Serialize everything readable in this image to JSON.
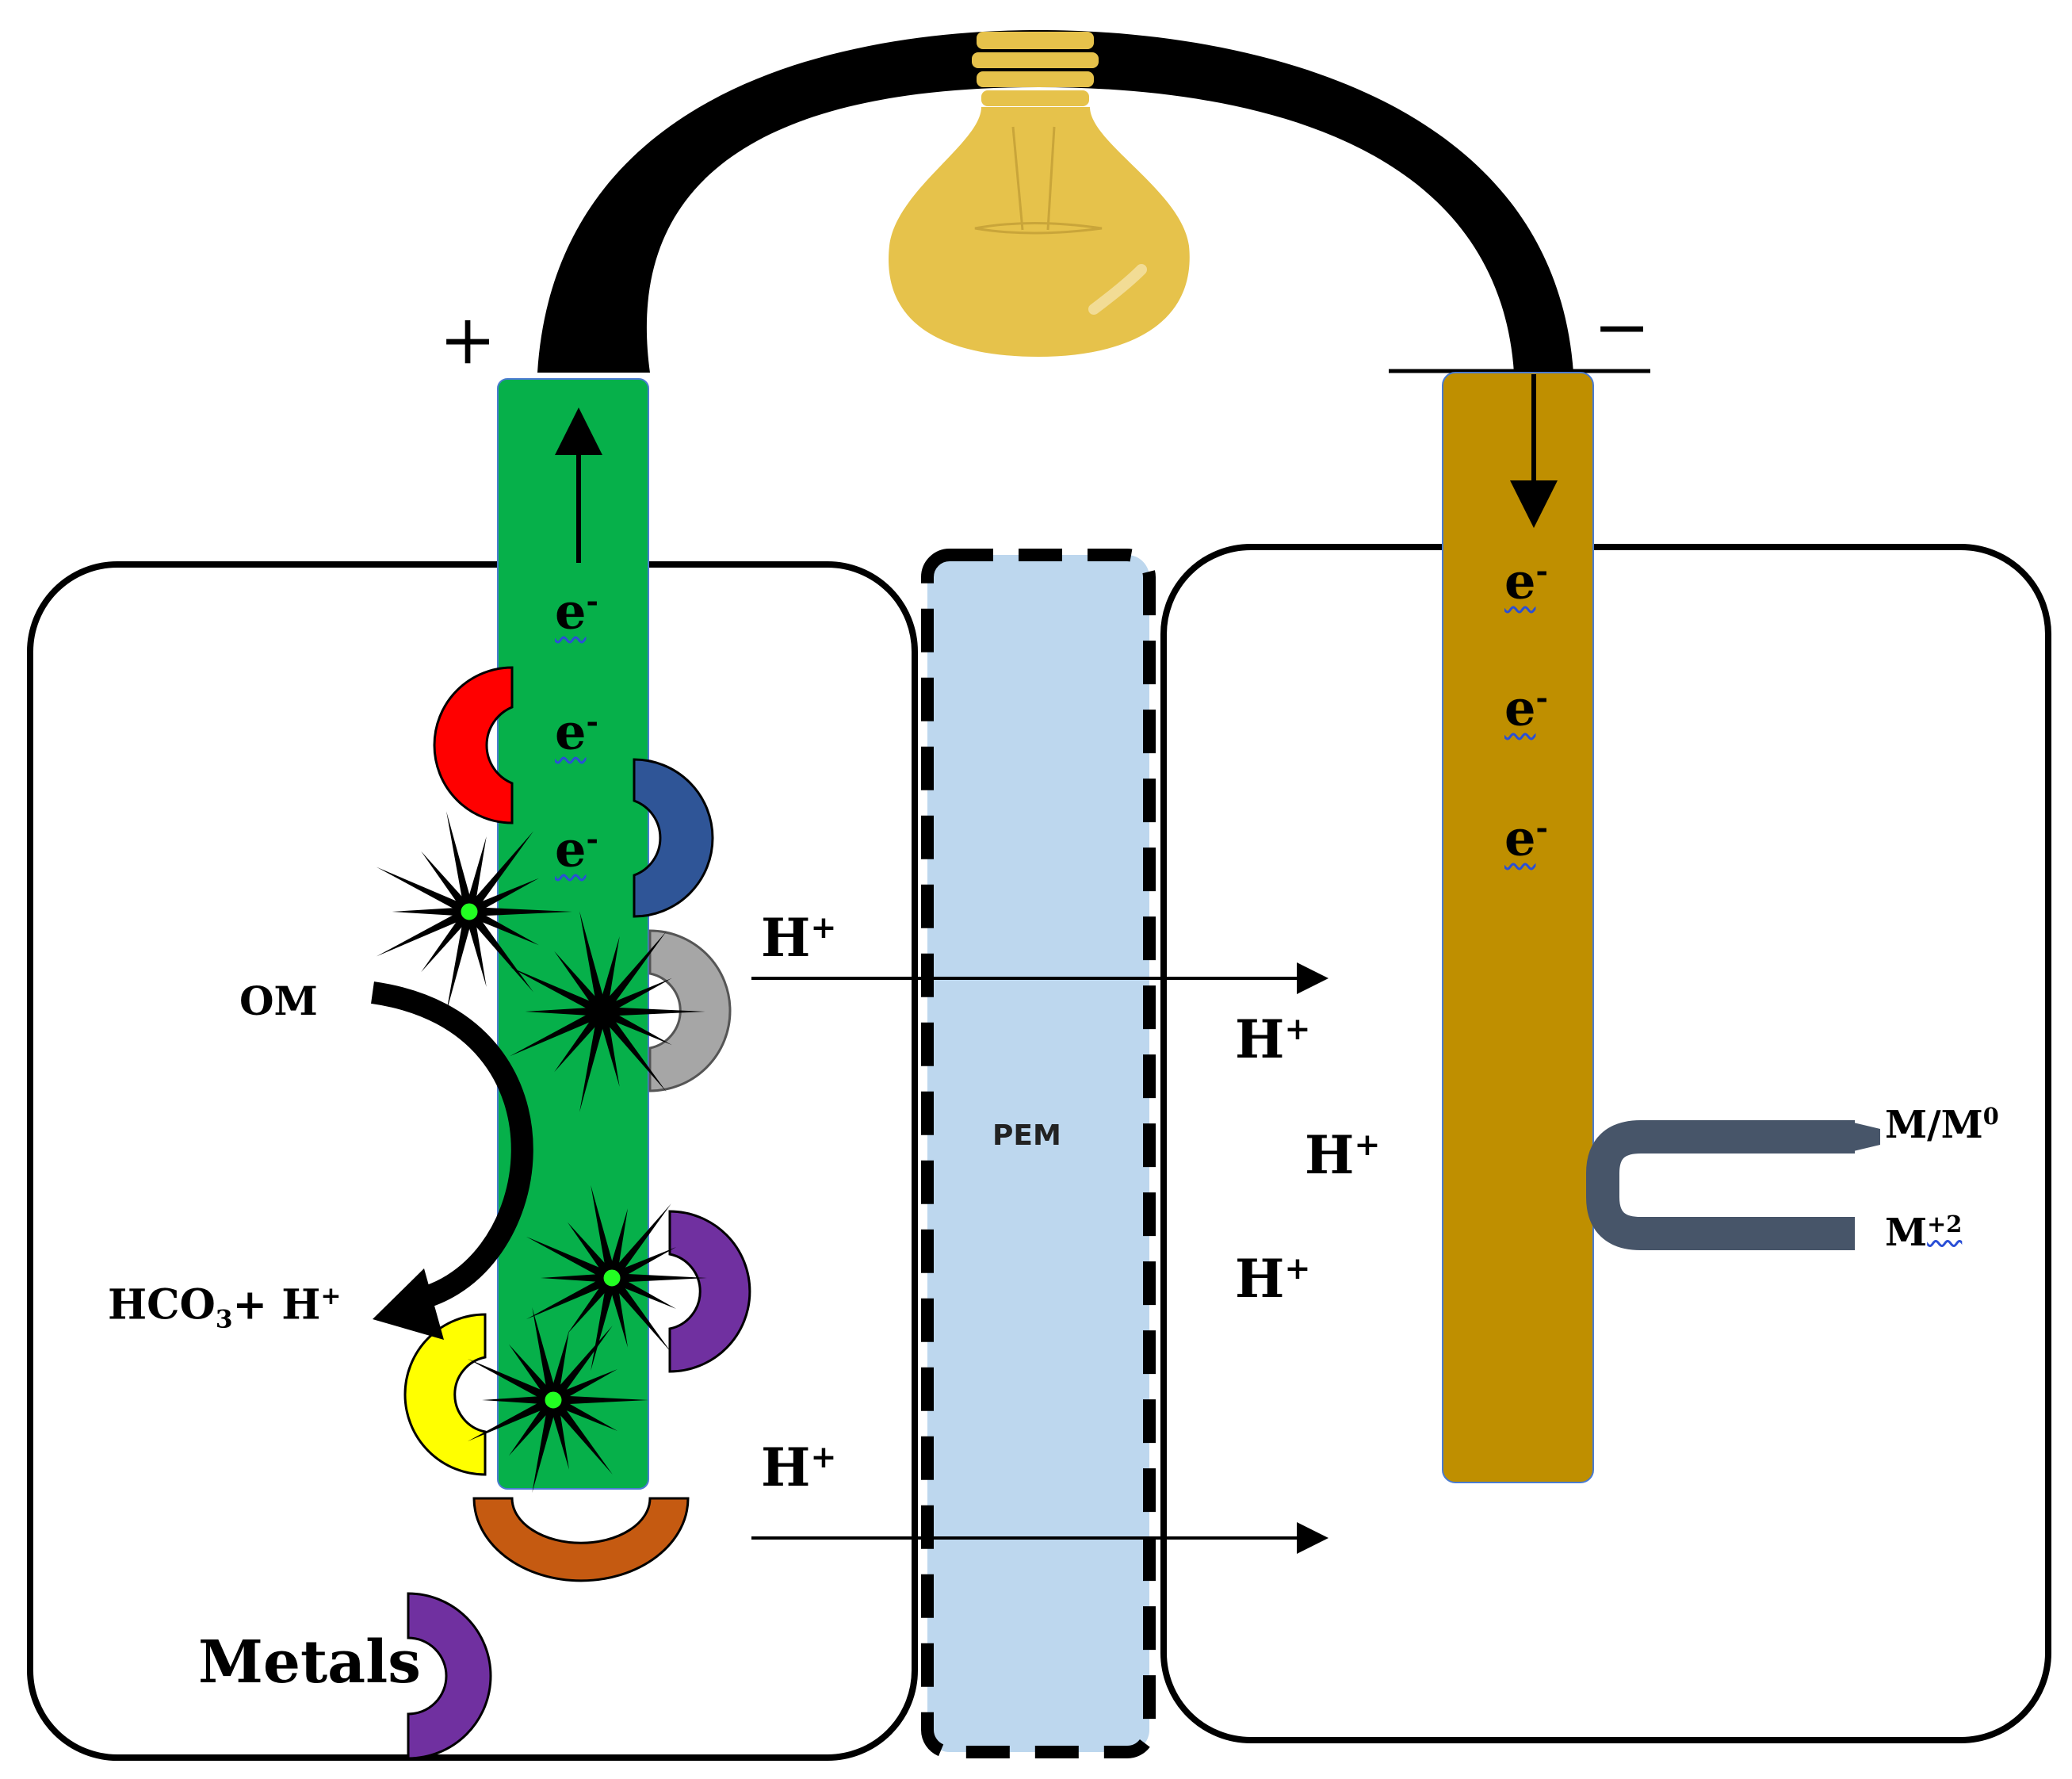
{
  "terminals": {
    "positive": "+",
    "negative": "−"
  },
  "anode": {
    "electrons": [
      {
        "base": "e",
        "sup": "-"
      },
      {
        "base": "e",
        "sup": "-"
      },
      {
        "base": "e",
        "sup": "-"
      }
    ],
    "organic_matter": "OM",
    "products": {
      "part1": "HCO",
      "sub": "3",
      "part2": "+ H",
      "sup": "+"
    },
    "metals": "Metals",
    "proton_label_top": {
      "base": "H",
      "sup": "+"
    },
    "proton_label_bottom": {
      "base": "H",
      "sup": "+"
    }
  },
  "membrane": {
    "label": "PEM"
  },
  "cathode": {
    "electrons": [
      {
        "base": "e",
        "sup": "-"
      },
      {
        "base": "e",
        "sup": "-"
      },
      {
        "base": "e",
        "sup": "-"
      }
    ],
    "protons": [
      {
        "base": "H",
        "sup": "+"
      },
      {
        "base": "H",
        "sup": "+"
      },
      {
        "base": "H",
        "sup": "+"
      }
    ],
    "metal_reduced": {
      "base": "M/M",
      "sup": "0"
    },
    "metal_ion": {
      "base": "M",
      "sup": "+2"
    }
  },
  "colors": {
    "anode": "#06b04a",
    "cathode": "#bf8f00",
    "pem": "#bdd7ee",
    "bulb": "#e6c24b",
    "wire": "#000000",
    "metal_hook": "#475569",
    "microbes": [
      "#ff0000",
      "#2f5597",
      "#a6a6a6",
      "#7030a0",
      "#ffff00",
      "#c55a11",
      "#7030a0"
    ]
  },
  "icons": [
    "light-bulb-icon",
    "electron-arrow-icon",
    "microbe-icon",
    "star-burst-icon"
  ]
}
